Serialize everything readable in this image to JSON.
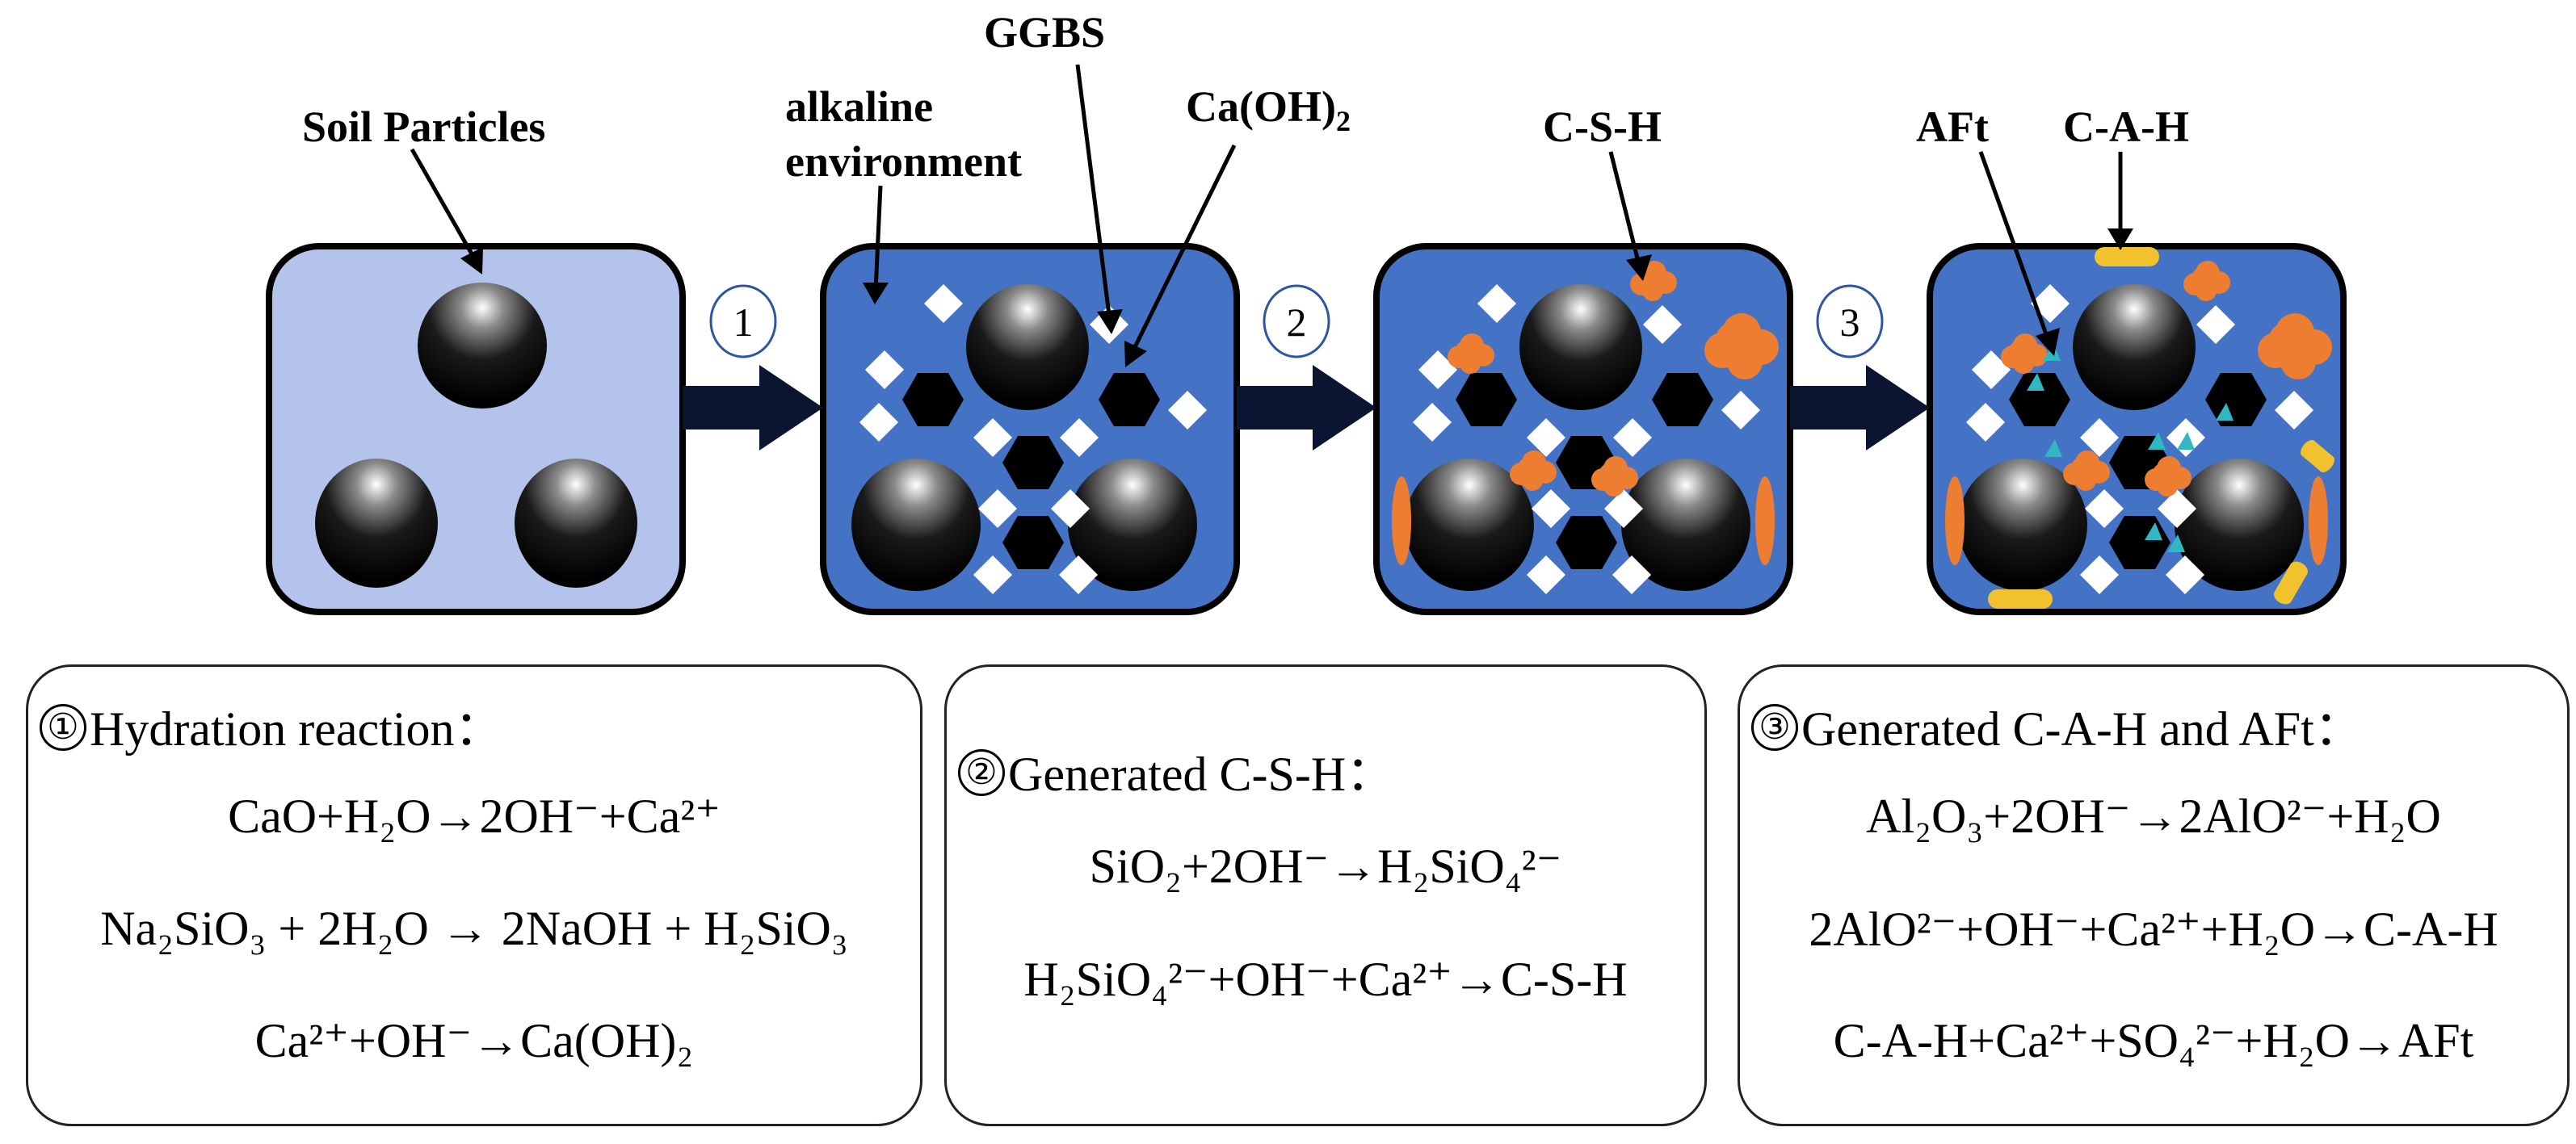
{
  "labels": {
    "soil_particles": "Soil Particles",
    "alkaline_1": "alkaline",
    "alkaline_2": "environment",
    "ggbs": "GGBS",
    "caoh2": "Ca(OH)",
    "caoh2_sub": "2",
    "csh": "C-S-H",
    "aft": "AFt",
    "cah": "C-A-H"
  },
  "steps": [
    "1",
    "2",
    "3"
  ],
  "panels": [
    {
      "marker": "①",
      "title": "Hydration reaction：",
      "equations": [
        "CaO+H₂O→2OH⁻+Ca²⁺",
        "Na₂SiO₃ + 2H₂O → 2NaOH + H₂SiO₃",
        "Ca²⁺+OH⁻→Ca(OH)₂"
      ]
    },
    {
      "marker": "②",
      "title": "Generated C-S-H：",
      "equations": [
        "SiO₂+2OH⁻→H₂SiO₄²⁻",
        "H₂SiO₄²⁻+OH⁻+Ca²⁺→C-S-H"
      ]
    },
    {
      "marker": "③",
      "title": "Generated C-A-H and AFt：",
      "equations": [
        "Al₂O₃+2OH⁻→2AlO²⁻+H₂O",
        "2AlO²⁻+OH⁻+Ca²⁺+H₂O→C-A-H",
        "C-A-H+Ca²⁺+SO₄²⁻+H₂O→AFt"
      ]
    }
  ],
  "colors": {
    "panel_light": "#b4c3eb",
    "panel_dark": "#4472c4",
    "orange": "#ed7d31",
    "yellow": "#f2c12e",
    "cyan": "#2fb8c4"
  }
}
